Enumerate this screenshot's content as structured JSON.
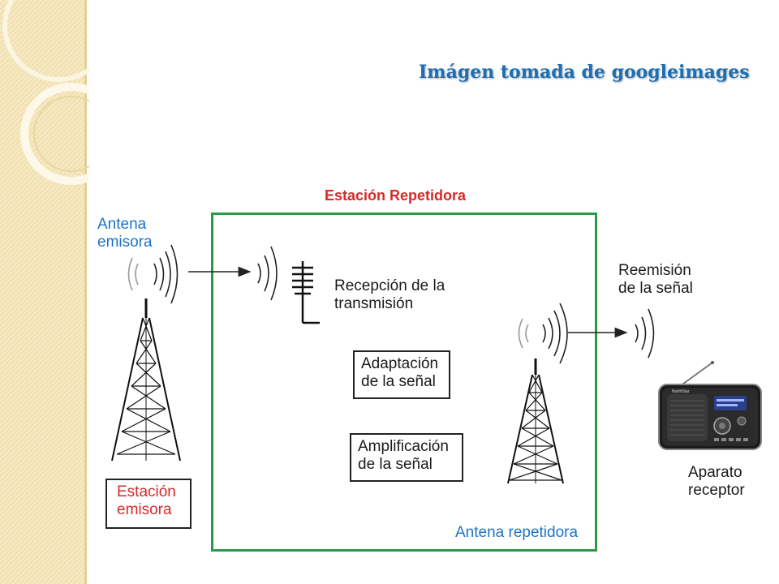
{
  "slide": {
    "title": "Imágen tomada de googleimages"
  },
  "diagram": {
    "repeater_station_title": "Estación Repetidora",
    "transmitting_antenna_label": [
      "Antena",
      "emisora"
    ],
    "transmitting_station_label": [
      "Estación",
      "emisora"
    ],
    "reception_label": [
      "Recepción de la",
      "transmisión"
    ],
    "adaptation_label": [
      "Adaptación",
      "de la señal"
    ],
    "amplification_label": [
      "Amplificación",
      "de la señal"
    ],
    "repeater_antenna_label": "Antena repetidora",
    "retransmission_label": [
      "Reemisión",
      "de la señal"
    ],
    "receiver_label": [
      "Aparato",
      "receptor"
    ],
    "radio_brand": "NorthStar"
  },
  "colors": {
    "accent_blue": "#1e73c8",
    "accent_red": "#d42a2a",
    "box_green": "#2a9a47",
    "title_blue": "#1c6fb4"
  }
}
